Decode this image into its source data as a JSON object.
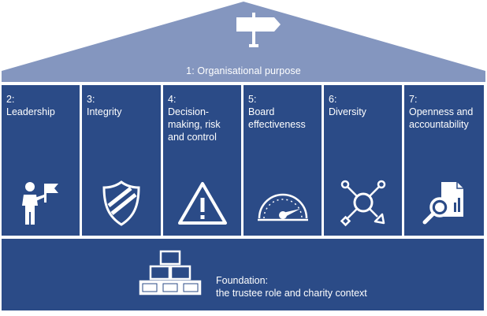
{
  "roof": {
    "label": "1: Organisational purpose",
    "icon": "signpost-icon"
  },
  "pillars": [
    {
      "number": "2:",
      "title": "Leadership",
      "icon": "leader-with-flag-icon"
    },
    {
      "number": "3:",
      "title": "Integrity",
      "icon": "shield-icon"
    },
    {
      "number": "4:",
      "title": "Decision-making, risk and control",
      "icon": "warning-triangle-icon"
    },
    {
      "number": "5:",
      "title": "Board effectiveness",
      "icon": "gauge-icon"
    },
    {
      "number": "6:",
      "title": "Diversity",
      "icon": "diverging-arrows-icon"
    },
    {
      "number": "7:",
      "title": "Openness and accountability",
      "icon": "magnifier-report-icon"
    }
  ],
  "foundation": {
    "title": "Foundation:",
    "subtitle": "the trustee role and charity context",
    "icon": "brick-stack-icon"
  },
  "colors": {
    "roof": "#8496bf",
    "pillar": "#2b4b87",
    "text": "#ffffff"
  }
}
